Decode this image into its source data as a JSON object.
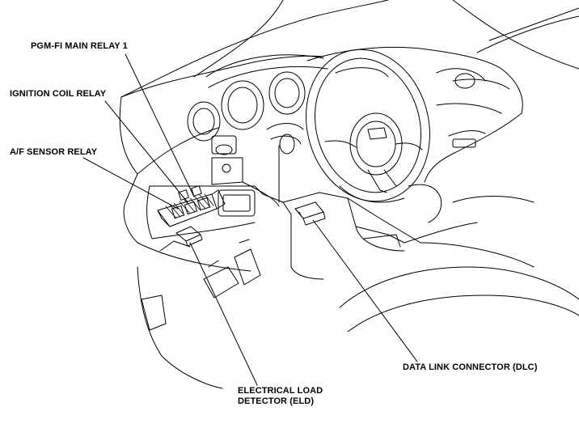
{
  "labels": {
    "pgm_fi_main_relay": "PGM-FI MAIN RELAY 1",
    "ignition_coil_relay": "IGNITION COIL RELAY",
    "af_sensor_relay": "A/F SENSOR RELAY",
    "data_link_connector": "DATA LINK CONNECTOR (DLC)",
    "eld_line1": "ELECTRICAL LOAD",
    "eld_line2": "DETECTOR (ELD)"
  },
  "colors": {
    "line": "#000000",
    "background": "#ffffff"
  }
}
